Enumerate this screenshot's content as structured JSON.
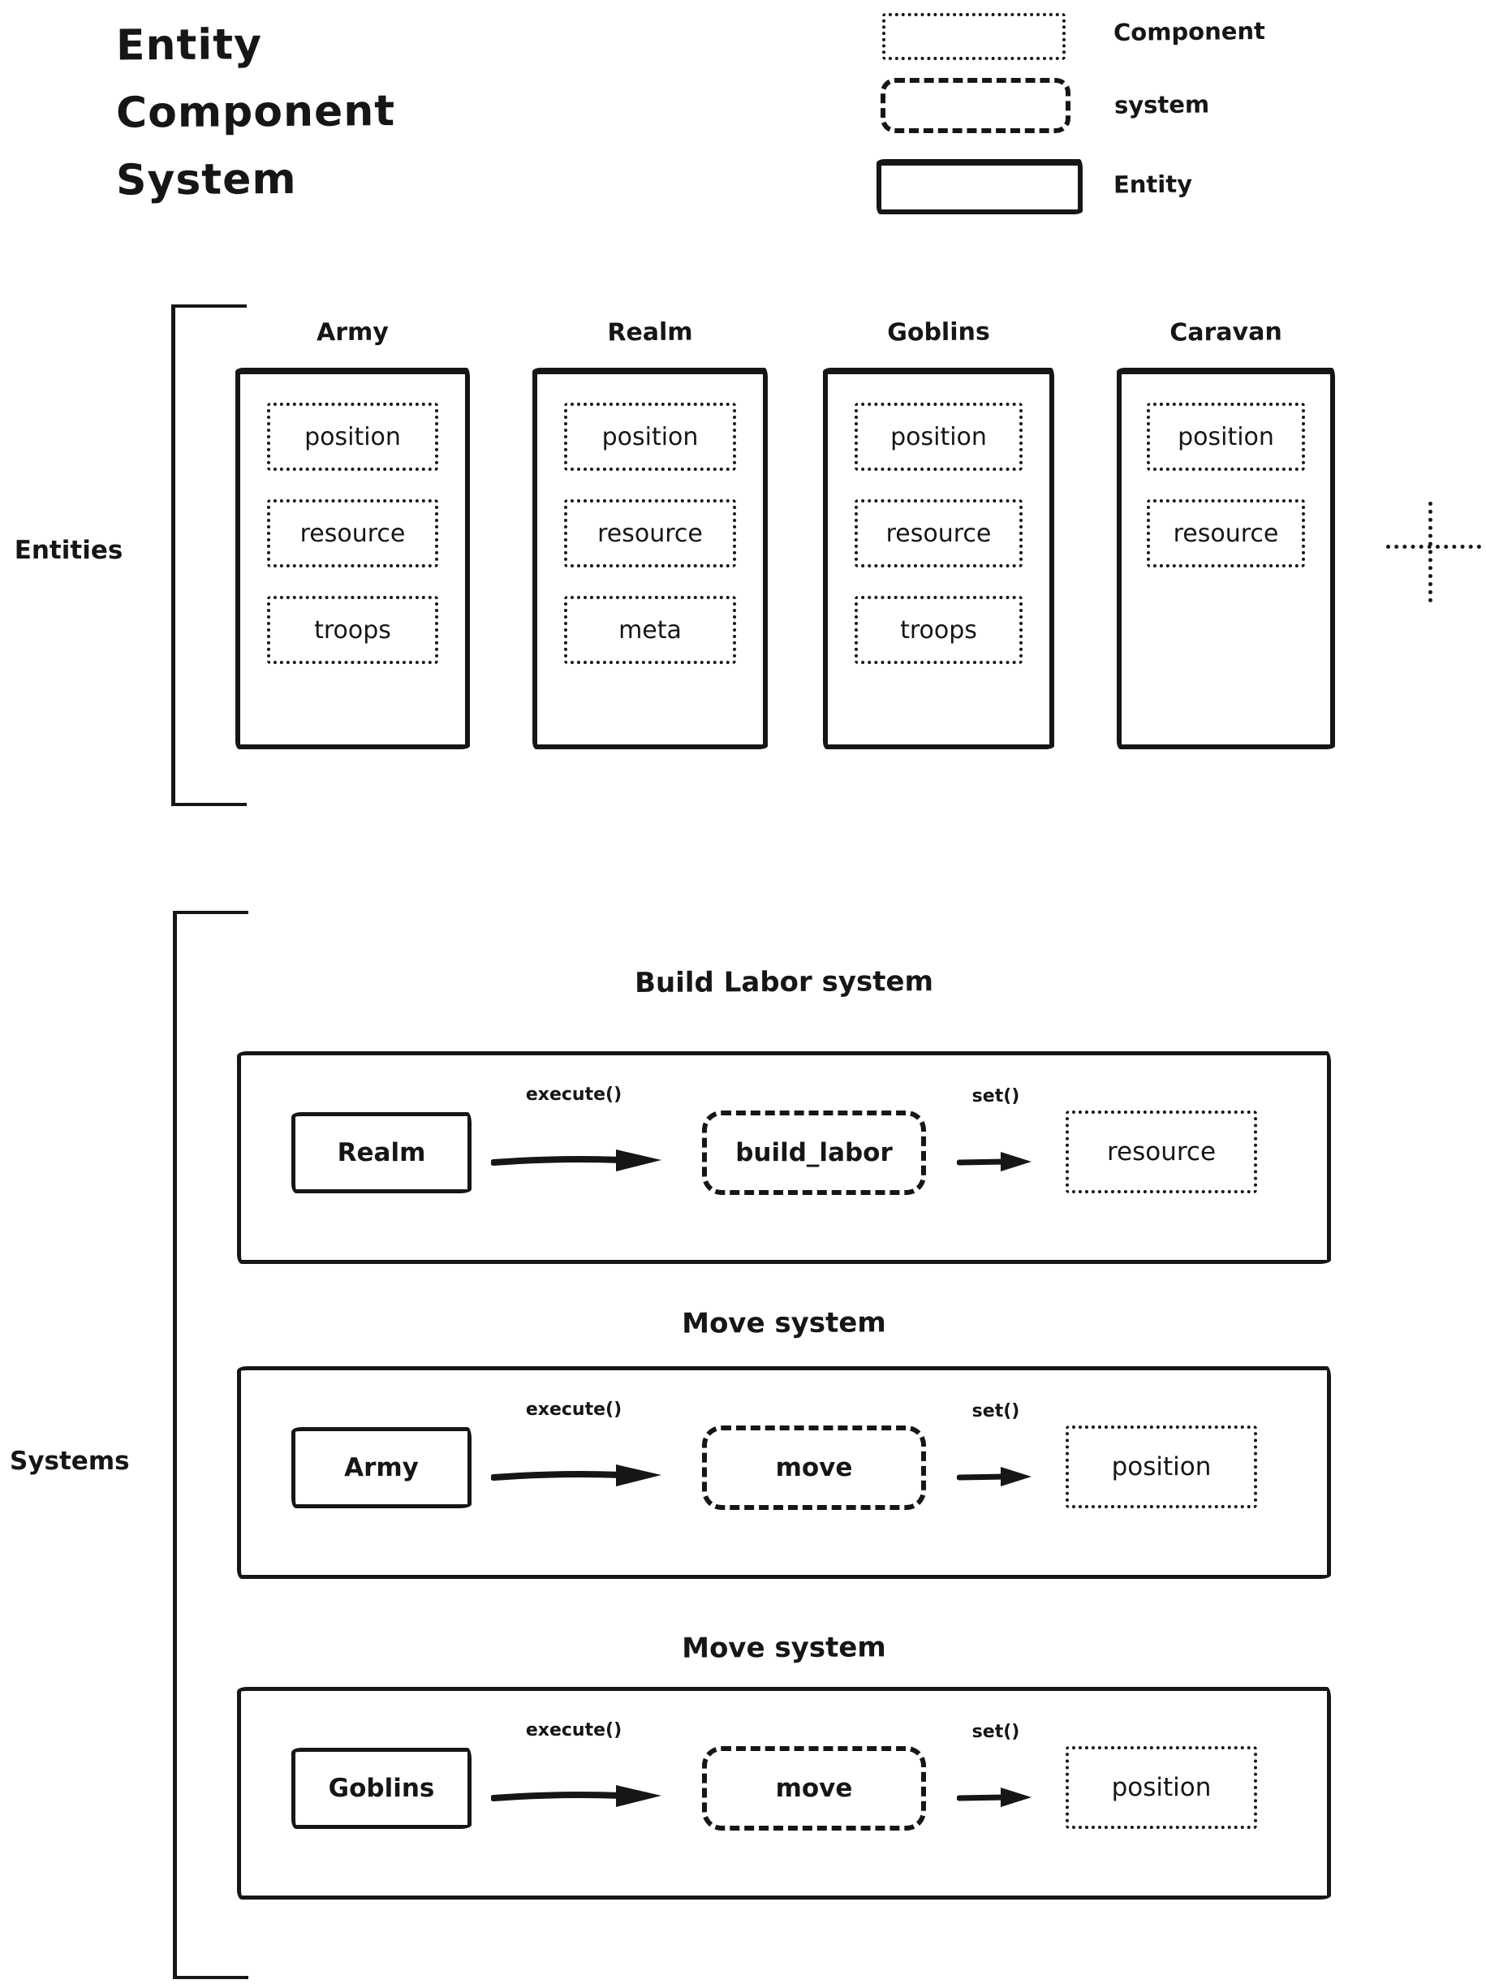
{
  "title": {
    "lines": [
      "Entity",
      "Component",
      "System"
    ]
  },
  "legend": {
    "items": [
      {
        "label": "Component",
        "style": "dotted"
      },
      {
        "label": "system",
        "style": "dashed"
      },
      {
        "label": "Entity",
        "style": "solid"
      }
    ]
  },
  "entities_section": {
    "label": "Entities",
    "items": [
      {
        "name": "Army",
        "components": [
          "position",
          "resource",
          "troops"
        ]
      },
      {
        "name": "Realm",
        "components": [
          "position",
          "resource",
          "meta"
        ]
      },
      {
        "name": "Goblins",
        "components": [
          "position",
          "resource",
          "troops"
        ]
      },
      {
        "name": "Caravan",
        "components": [
          "position",
          "resource"
        ]
      }
    ],
    "more_indicator": "plus"
  },
  "systems_section": {
    "label": "Systems",
    "items": [
      {
        "title": "Build Labor system",
        "entity": "Realm",
        "call_label": "execute()",
        "system": "build_labor",
        "set_label": "set()",
        "component": "resource"
      },
      {
        "title": "Move system",
        "entity": "Army",
        "call_label": "execute()",
        "system": "move",
        "set_label": "set()",
        "component": "position"
      },
      {
        "title": "Move system",
        "entity": "Goblins",
        "call_label": "execute()",
        "system": "move",
        "set_label": "set()",
        "component": "position"
      }
    ]
  },
  "colors": {
    "ink": "#161616",
    "background": "#ffffff"
  }
}
